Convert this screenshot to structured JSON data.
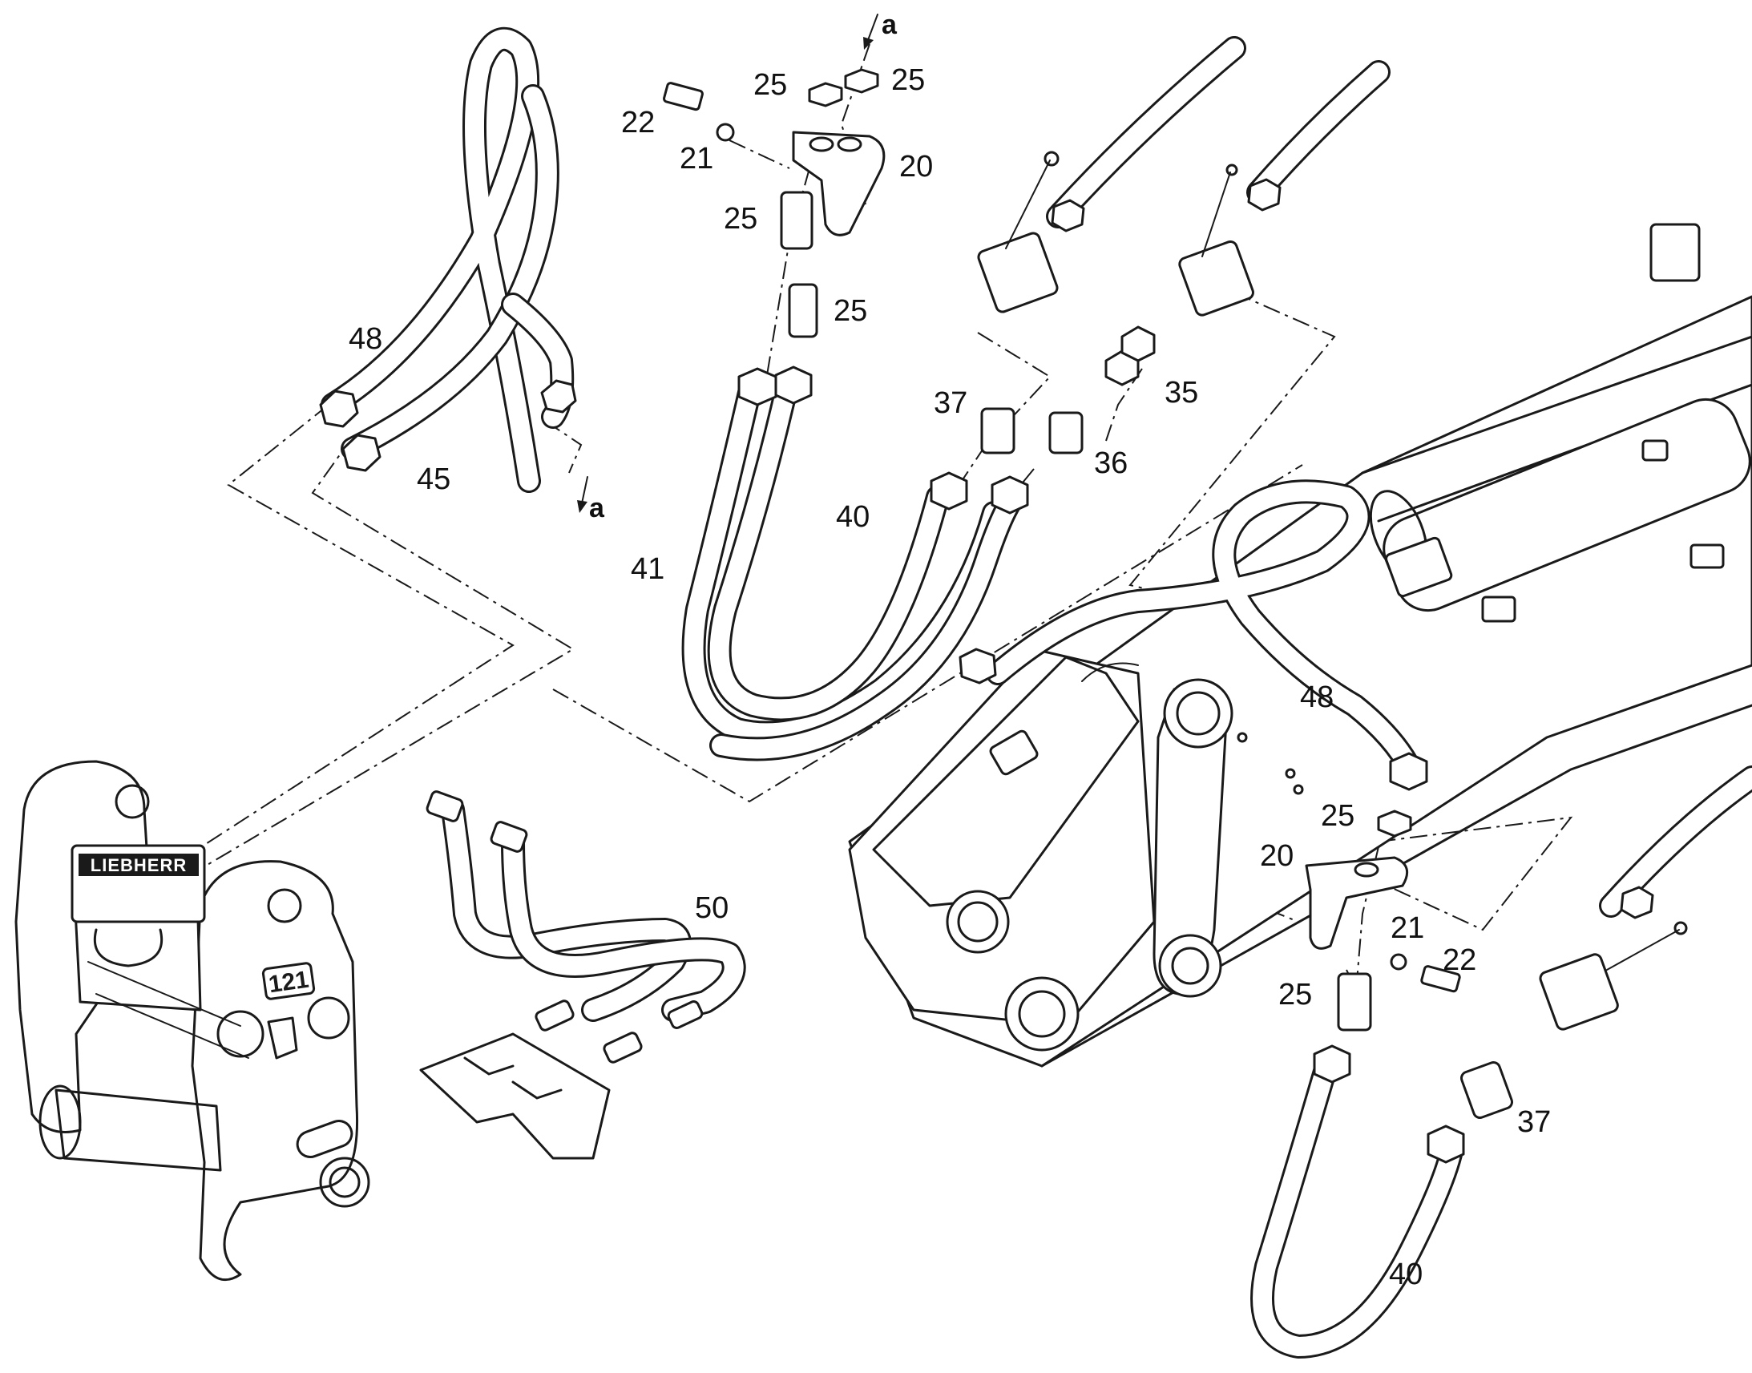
{
  "diagram": {
    "callouts": [
      {
        "id": "c48a",
        "text": "48"
      },
      {
        "id": "c45",
        "text": "45"
      },
      {
        "id": "c22a",
        "text": "22"
      },
      {
        "id": "c21a",
        "text": "21"
      },
      {
        "id": "c25a",
        "text": "25"
      },
      {
        "id": "c25b",
        "text": "25"
      },
      {
        "id": "c20a",
        "text": "20"
      },
      {
        "id": "c25c",
        "text": "25"
      },
      {
        "id": "c25d",
        "text": "25"
      },
      {
        "id": "c37a",
        "text": "37"
      },
      {
        "id": "c35",
        "text": "35"
      },
      {
        "id": "c36",
        "text": "36"
      },
      {
        "id": "c40a",
        "text": "40"
      },
      {
        "id": "c41",
        "text": "41"
      },
      {
        "id": "c48b",
        "text": "48"
      },
      {
        "id": "c25e",
        "text": "25"
      },
      {
        "id": "c20b",
        "text": "20"
      },
      {
        "id": "c21b",
        "text": "21"
      },
      {
        "id": "c22b",
        "text": "22"
      },
      {
        "id": "c25f",
        "text": "25"
      },
      {
        "id": "c37b",
        "text": "37"
      },
      {
        "id": "c40b",
        "text": "40"
      },
      {
        "id": "c50",
        "text": "50"
      }
    ],
    "section_marks": [
      {
        "id": "a1",
        "text": "a"
      },
      {
        "id": "a2",
        "text": "a"
      }
    ],
    "brand_label": "LIEBHERR",
    "plate_label": "121"
  }
}
